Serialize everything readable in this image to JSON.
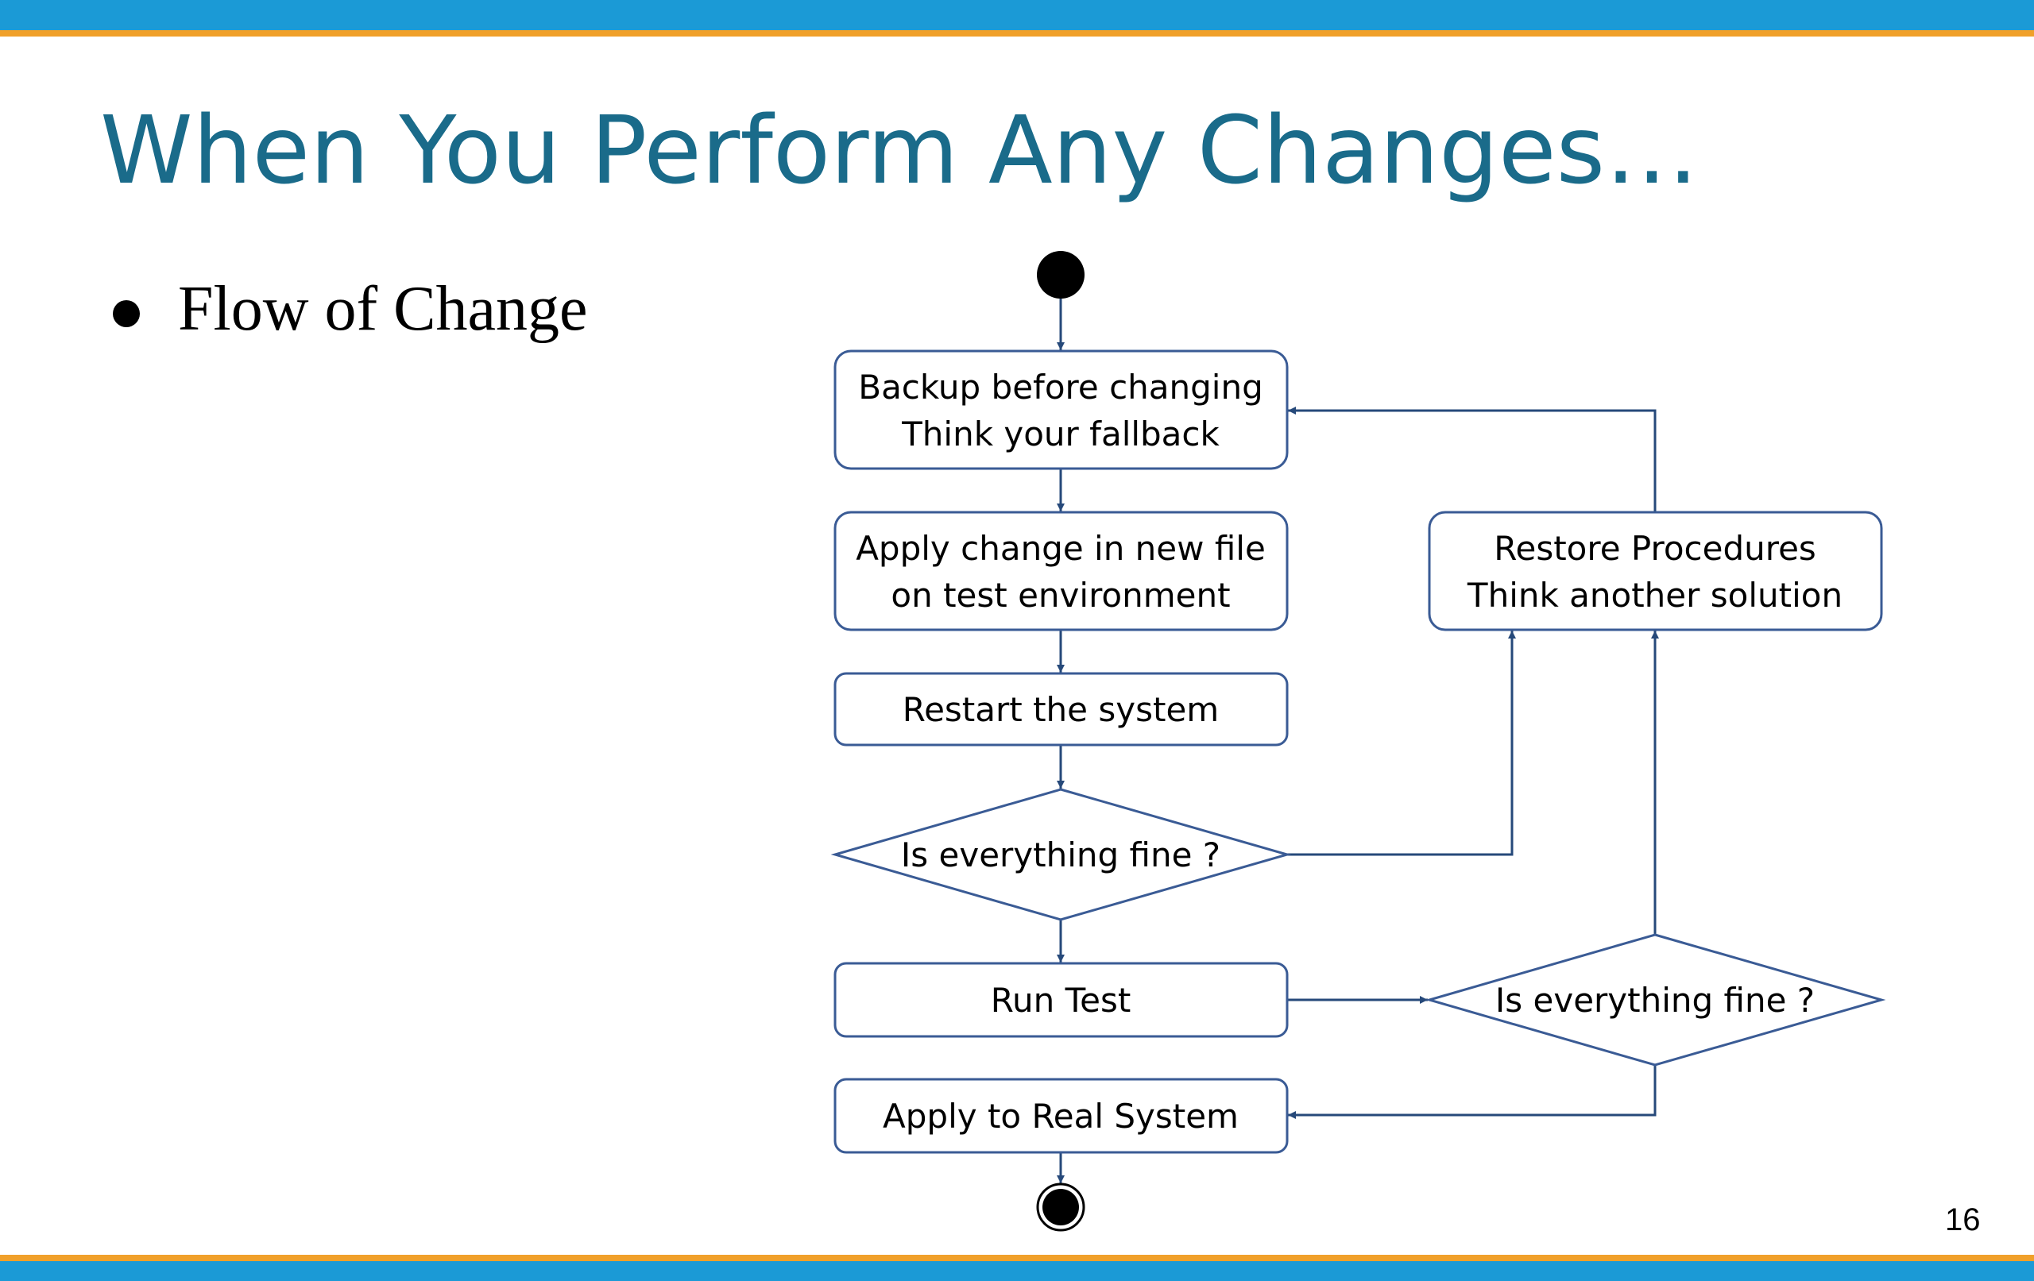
{
  "slide": {
    "title": "When You Perform Any Changes…",
    "bullet": "Flow of Change",
    "page_number": "16"
  },
  "colors": {
    "header_bar": "#1b9ad6",
    "accent_rule": "#f0a02a",
    "title_text": "#1a6b8a",
    "connector": "#26497a",
    "node_border": "#3a5b95"
  },
  "flow": {
    "backup": {
      "line1": "Backup before changing",
      "line2": "Think your fallback"
    },
    "apply_test": {
      "line1": "Apply change in new file",
      "line2": "on test environment"
    },
    "restart": "Restart the system",
    "check_1": "Is everything fine ?",
    "run_test": "Run Test",
    "check_2": "Is everything fine ?",
    "restore": {
      "line1": "Restore Procedures",
      "line2": "Think another solution"
    },
    "apply_real": "Apply to Real System"
  }
}
